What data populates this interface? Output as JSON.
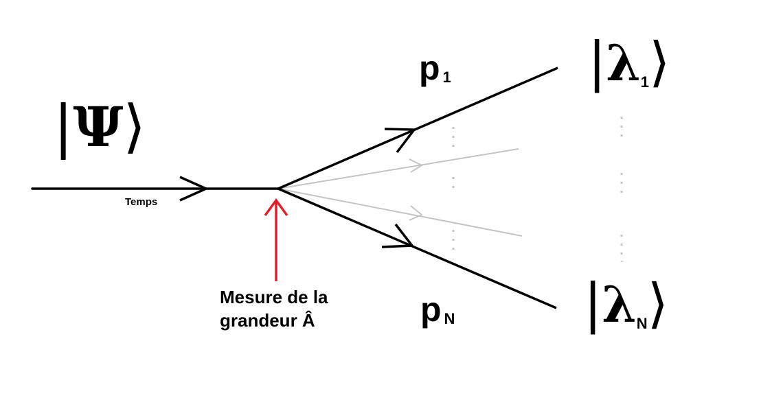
{
  "initial_state": {
    "psi_symbol": "Ψ"
  },
  "time_axis": {
    "label": "Temps"
  },
  "measurement": {
    "line1": "Mesure de la",
    "line2": "grandeur Â",
    "arrow_color": "#e0202a"
  },
  "outcomes": {
    "top": {
      "probability": "p",
      "probability_index": "1",
      "eigen_symbol": "λ",
      "eigen_index": "1"
    },
    "bottom": {
      "probability": "p",
      "probability_index": "N",
      "eigen_symbol": "λ",
      "eigen_index": "N"
    }
  },
  "colors": {
    "main_line": "#000000",
    "faint_line": "#c4c4c4",
    "dots": "#c4c4c4"
  }
}
